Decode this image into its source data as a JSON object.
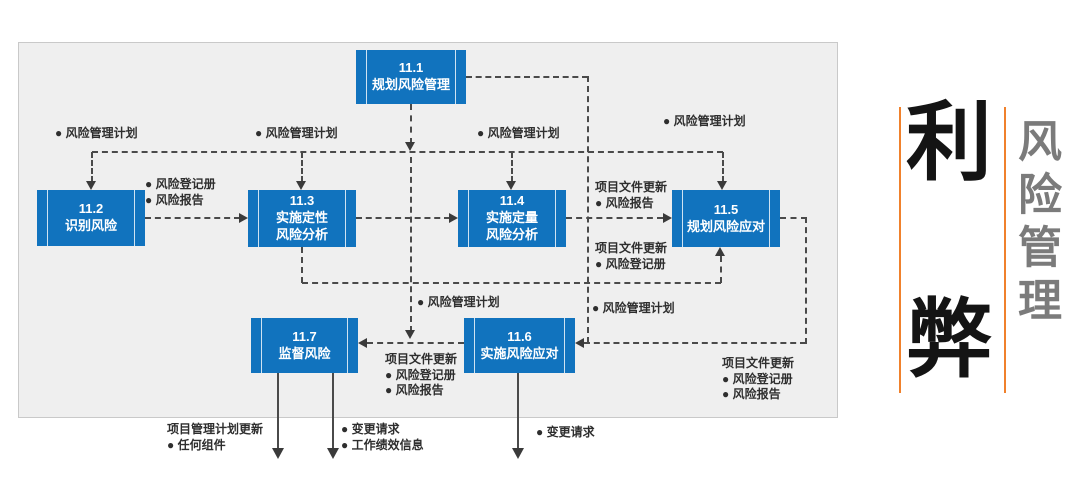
{
  "diagram": {
    "boxes": [
      {
        "num": "11.1",
        "title": "规划风险管理"
      },
      {
        "num": "11.2",
        "title": "识别风险"
      },
      {
        "num": "11.3",
        "title": "实施定性\n风险分析"
      },
      {
        "num": "11.4",
        "title": "实施定量\n风险分析"
      },
      {
        "num": "11.5",
        "title": "规划风险应对"
      },
      {
        "num": "11.6",
        "title": "实施风险应对"
      },
      {
        "num": "11.7",
        "title": "监督风险"
      }
    ],
    "labels": [
      {
        "text": "● 风险管理计划"
      },
      {
        "text": "● 风险管理计划"
      },
      {
        "text": "● 风险管理计划"
      },
      {
        "text": "● 风险管理计划"
      },
      {
        "text": "● 风险登记册\n● 风险报告"
      },
      {
        "text": "项目文件更新\n● 风险报告"
      },
      {
        "text": "项目文件更新\n● 风险登记册"
      },
      {
        "text": "● 风险管理计划"
      },
      {
        "text": "● 风险管理计划"
      },
      {
        "text": "项目文件更新\n● 风险登记册\n● 风险报告"
      },
      {
        "text": "项目文件更新\n● 风险登记册\n● 风险报告"
      },
      {
        "text": "项目管理计划更新\n● 任何组件"
      },
      {
        "text": "● 变更请求\n● 工作绩效信息"
      },
      {
        "text": "● 变更请求"
      }
    ],
    "colors": {
      "box_blue": "#1173be",
      "panel_bg": "#efefef",
      "connector": "#4a4a4a",
      "accent_orange": "#f0812c",
      "side_title_gray": "#7b7b7b"
    }
  },
  "side": {
    "char_top": "利",
    "char_bottom": "弊",
    "vertical_title": "风险管理"
  }
}
